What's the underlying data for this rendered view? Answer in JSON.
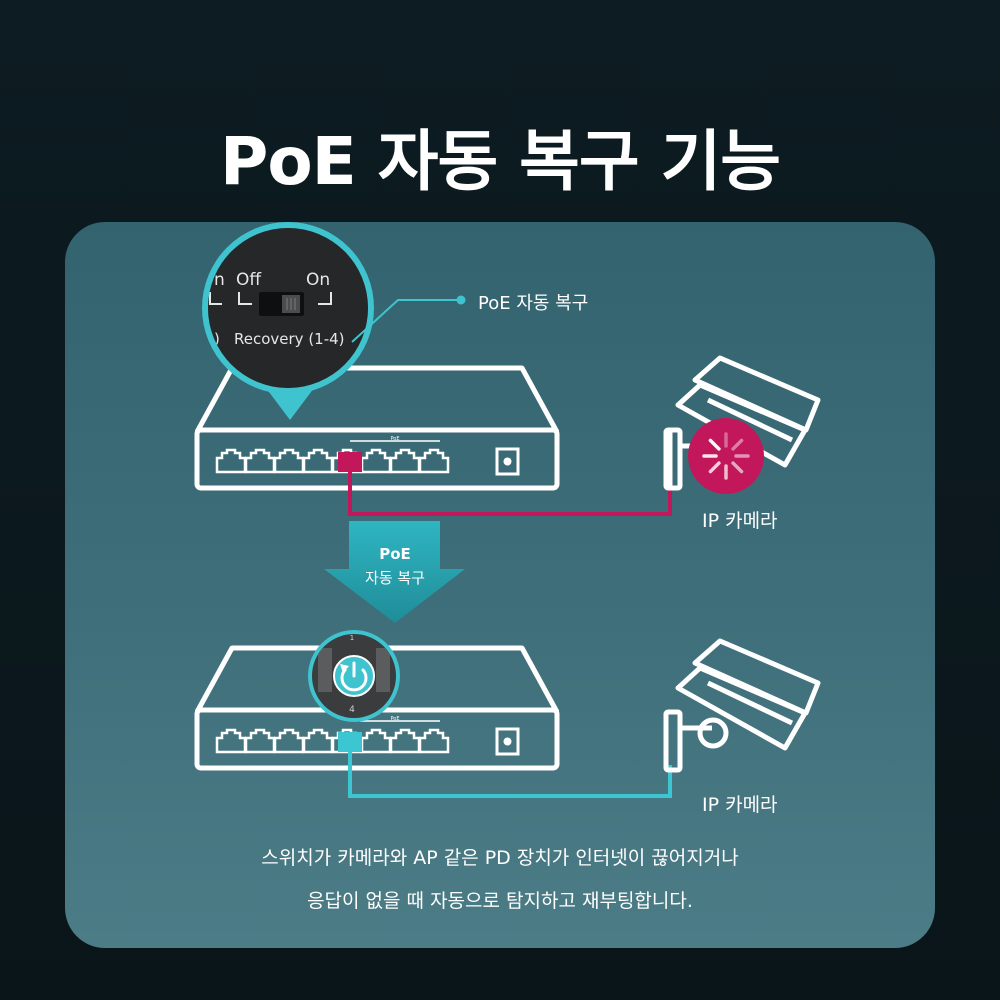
{
  "title": "PoE 자동 복구 기능",
  "zoom": {
    "left_partial": "n",
    "off_label": "Off",
    "on_label": "On",
    "recovery_partial": ")",
    "recovery_label": "Recovery (1-4)"
  },
  "callout_label": "PoE 자동 복구",
  "arrow": {
    "line1": "PoE",
    "line2": "자동 복구"
  },
  "camera_label_top": "IP 카메라",
  "camera_label_bottom": "IP 카메라",
  "description": {
    "line1": "스위치가 카메라와 AP 같은 PD 장치가 인터넷이 끊어지거나",
    "line2": "응답이 없을 때 자동으로 탐지하고 재부팅합니다."
  },
  "colors": {
    "fault": "#c2185b",
    "recovered": "#3cc6d2",
    "accent": "#2fd4e0"
  },
  "icons": {
    "fault_indicator": "loading-spinner-icon",
    "recovered_indicator": "power-restart-icon"
  }
}
